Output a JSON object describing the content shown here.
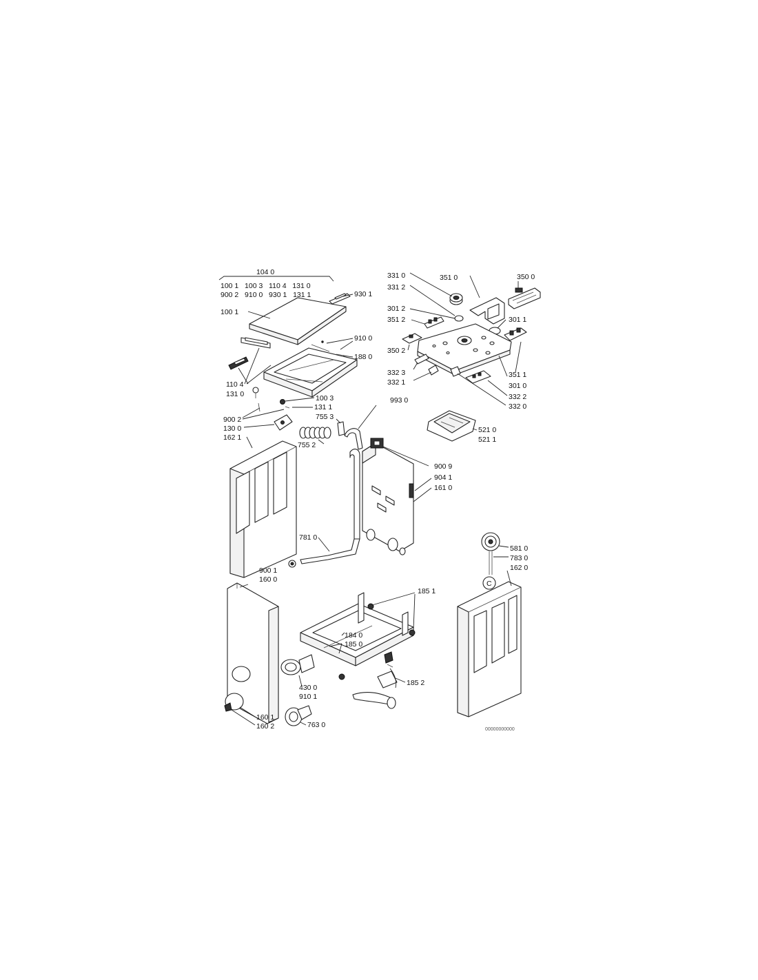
{
  "labels": {
    "l_1040": "104 0",
    "l_group_r1": "100 1   100 3   110 4   131 0",
    "l_group_r2": "900 2   910 0   930 1   131 1",
    "l_9301": "930 1",
    "l_1001": "100 1",
    "l_9100": "910 0",
    "l_1880": "188 0",
    "l_1104": "110 4",
    "l_1310": "131 0",
    "l_1003": "100 3",
    "l_1311": "131 1",
    "l_9002": "900 2",
    "l_1300": "130 0",
    "l_1621": "162 1",
    "l_7553": "755 3",
    "l_7552": "755 2",
    "l_9930": "993 0",
    "l_3310": "331 0",
    "l_3312": "331 2",
    "l_3510": "351 0",
    "l_3500": "350 0",
    "l_3012": "301 2",
    "l_3011": "301 1",
    "l_3512": "351 2",
    "l_3502": "350 2",
    "l_3511": "351 1",
    "l_3323": "332 3",
    "l_3321": "332 1",
    "l_3010": "301 0",
    "l_3322": "332 2",
    "l_3320": "332 0",
    "l_5210": "521 0",
    "l_5211": "521 1",
    "l_9009": "900 9",
    "l_9041": "904 1",
    "l_1610": "161 0",
    "l_7810": "781 0",
    "l_9001": "900 1",
    "l_1600": "160 0",
    "l_5810": "581 0",
    "l_7830": "783 0",
    "l_1620": "162 0",
    "l_c": "C",
    "l_1851": "185 1",
    "l_1840": "184 0",
    "l_1850": "185 0",
    "l_1852": "185 2",
    "l_4300": "430 0",
    "l_9101": "910 1",
    "l_1601": "160 1",
    "l_1602": "160 2",
    "l_7630": "763 0",
    "l_code": "00000000000"
  }
}
